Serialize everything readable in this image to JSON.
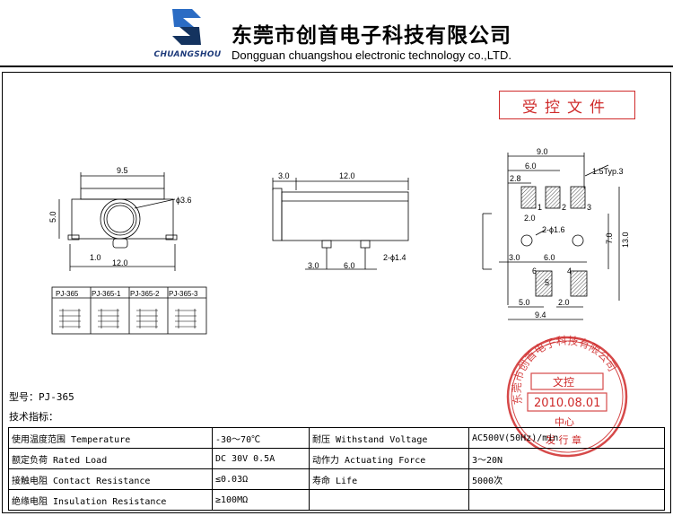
{
  "header": {
    "brand": "CHUANGSHOU",
    "company_cn": "东莞市创首电子科技有限公司",
    "company_en": "Dongguan chuangshou electronic technology co.,LTD."
  },
  "doc_stamp": "受控文件",
  "drawing": {
    "front": {
      "width": "9.5",
      "hole": "ϕ3.6",
      "height": "5.0",
      "pin": "1.0",
      "total": "12.0"
    },
    "side": {
      "top_offset": "3.0",
      "length": "12.0",
      "pin_offset": "3.0",
      "pin_pitch": "6.0",
      "pin_dia": "2-ϕ1.4"
    },
    "footprint": {
      "w9": "9.0",
      "w6": "6.0",
      "p28": "2.8",
      "typ": "1.5Typ.3",
      "p20a": "2.0",
      "holes": "2-ϕ1.6",
      "h70": "7.0",
      "h130": "13.0",
      "p30": "3.0",
      "p60": "6.0",
      "p50": "5.0",
      "p20b": "2.0",
      "w94": "9.4",
      "pin1": "1",
      "pin2": "2",
      "pin3": "3",
      "pin6": "6",
      "pin4": "4",
      "pin5": "5"
    },
    "variants": [
      "PJ-365",
      "PJ-365-1",
      "PJ-365-2",
      "PJ-365-3"
    ]
  },
  "seal": {
    "ring": "东莞市创首电子科技有限公司",
    "top": "文控",
    "date": "2010.08.01",
    "bottom": "中心",
    "foot": "发 行 章"
  },
  "model_line": "型号：PJ-365",
  "spec_title": "技术指标：",
  "specs": [
    [
      "使用温度范围 Temperature",
      "-30～70℃",
      "耐压 Withstand Voltage",
      "AC500V(50Hz)/min"
    ],
    [
      "额定负荷 Rated Load",
      "DC 30V 0.5A",
      "动作力 Actuating Force",
      "3～20N"
    ],
    [
      "接触电阻 Contact Resistance",
      "≤0.03Ω",
      "寿命 Life",
      "5000次"
    ],
    [
      "绝缘电阻 Insulation Resistance",
      "≥100MΩ",
      "",
      ""
    ]
  ],
  "colors": {
    "stamp_red": "#cf2a2a",
    "brand_blue": "#1d3a7a"
  }
}
